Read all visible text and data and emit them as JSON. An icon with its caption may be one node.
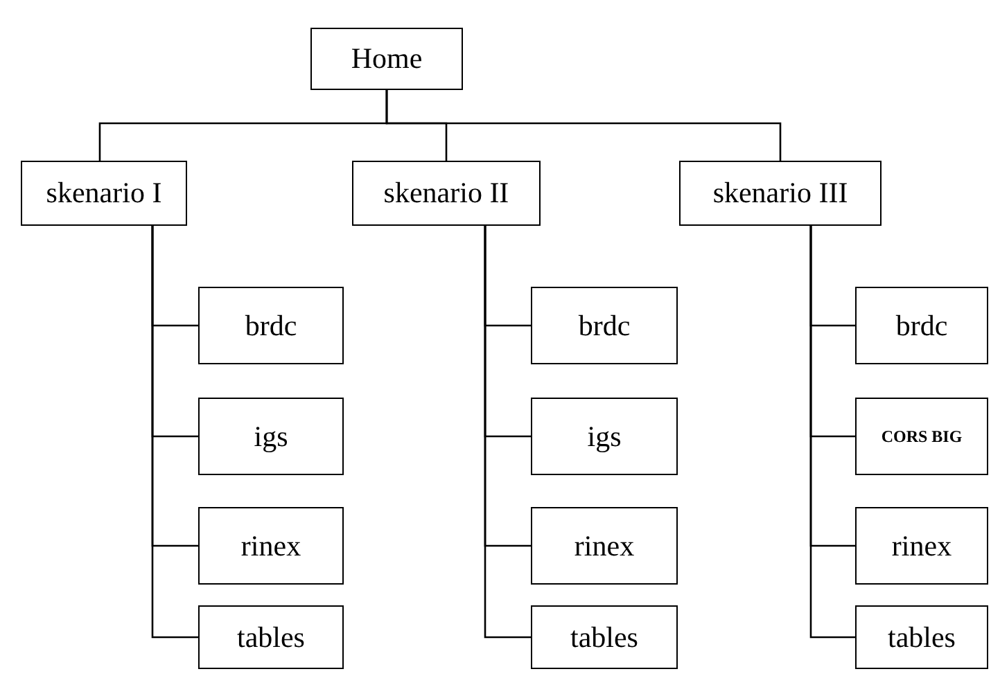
{
  "diagram": {
    "nodes": [
      {
        "text": [
          "Home"
        ]
      },
      {
        "text": [
          "skenario I"
        ]
      },
      {
        "text": [
          "skenario II"
        ]
      },
      {
        "text": [
          "skenario III"
        ]
      },
      {
        "text": [
          "brdc"
        ]
      },
      {
        "text": [
          "igs"
        ]
      },
      {
        "text": [
          "rinex"
        ]
      },
      {
        "text": [
          "tables"
        ]
      },
      {
        "text": [
          "brdc"
        ]
      },
      {
        "text": [
          "igs"
        ]
      },
      {
        "text": [
          "rinex"
        ]
      },
      {
        "text": [
          "tables"
        ]
      },
      {
        "text": [
          "brdc"
        ]
      },
      {
        "text": [
          "CORS BIG"
        ]
      },
      {
        "text": [
          "rinex"
        ]
      },
      {
        "text": [
          "tables"
        ]
      }
    ],
    "edges": [
      {
        "from": 0,
        "to": 1,
        "arrow": "none"
      },
      {
        "from": 0,
        "to": 2,
        "arrow": "none"
      },
      {
        "from": 0,
        "to": 3,
        "arrow": "none"
      },
      {
        "from": 1,
        "to": 4,
        "arrow": "none"
      },
      {
        "from": 1,
        "to": 5,
        "arrow": "none"
      },
      {
        "from": 1,
        "to": 6,
        "arrow": "none"
      },
      {
        "from": 1,
        "to": 7,
        "arrow": "none"
      },
      {
        "from": 2,
        "to": 8,
        "arrow": "none"
      },
      {
        "from": 2,
        "to": 9,
        "arrow": "none"
      },
      {
        "from": 2,
        "to": 10,
        "arrow": "none"
      },
      {
        "from": 2,
        "to": 11,
        "arrow": "none"
      },
      {
        "from": 3,
        "to": 12,
        "arrow": "none"
      },
      {
        "from": 3,
        "to": 13,
        "arrow": "none"
      },
      {
        "from": 3,
        "to": 14,
        "arrow": "none"
      },
      {
        "from": 3,
        "to": 15,
        "arrow": "none"
      }
    ]
  }
}
